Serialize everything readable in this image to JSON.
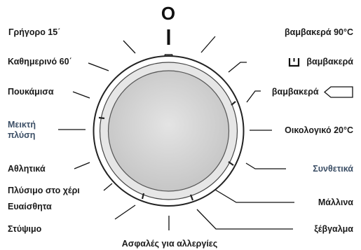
{
  "dial": {
    "off_mark": "O",
    "programs_left": [
      {
        "id": "quick15",
        "label": "Γρήγορο 15΄"
      },
      {
        "id": "daily60",
        "label": "Καθημερινό 60΄"
      },
      {
        "id": "shirts",
        "label": "Πουκάμισα"
      },
      {
        "id": "mixed",
        "label_line1": "Μεικτή",
        "label_line2": "πλύση"
      },
      {
        "id": "sports",
        "label": "Αθλητικά"
      },
      {
        "id": "handwash",
        "label": "Πλύσιμο στο χέρι"
      },
      {
        "id": "delicates",
        "label": "Ευαίσθητα"
      },
      {
        "id": "spin",
        "label": "Στύψιμο"
      }
    ],
    "program_bottom": {
      "id": "allergy",
      "label": "Ασφαλές για αλλεργίες"
    },
    "programs_right": [
      {
        "id": "cotton90",
        "label": "βαμβακερά 90°C"
      },
      {
        "id": "cotton",
        "label": "βαμβακερά",
        "icon": "tub-icon"
      },
      {
        "id": "cotton_eco",
        "label": "βαμβακερά",
        "icon": "tag-icon"
      },
      {
        "id": "eco20",
        "label": "Οικολογικό 20°C"
      },
      {
        "id": "synthetics",
        "label": "Συνθετικά"
      },
      {
        "id": "wool",
        "label": "Μάλλινα"
      },
      {
        "id": "rinse",
        "label": "ξέβγαλμα"
      }
    ],
    "colors": {
      "ink": "#1a1a1a",
      "accent": "#3c4f66",
      "dial_face": "#d6d6d6",
      "ring": "#bdbdbd"
    }
  }
}
